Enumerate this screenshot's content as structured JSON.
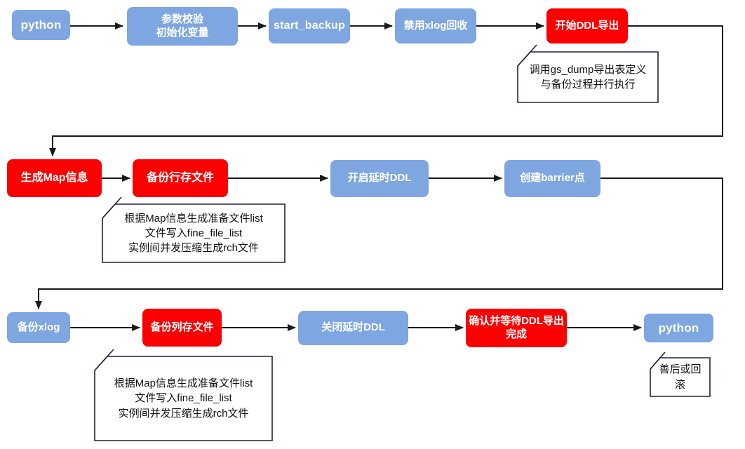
{
  "diagram": {
    "title": "backup process flowchart",
    "colors": {
      "node_blue": "#7EA6E0",
      "node_red": "#FB0000",
      "node_text": "#FFFFFF",
      "connector": "#1A1A1A",
      "annotation_border": "#1B2440",
      "annotation_fill": "#FFFFFF",
      "annotation_text": "#111111",
      "background": "#FFFFFF"
    },
    "nodes": {
      "python_start": {
        "label": "python",
        "type": "blue"
      },
      "param_check": {
        "label": "参数校验\n初始化变量",
        "type": "blue"
      },
      "start_backup": {
        "label": "start_backup",
        "type": "blue"
      },
      "disable_xlog": {
        "label": "禁用xlog回收",
        "type": "blue"
      },
      "start_ddl_export": {
        "label": "开始DDL导出",
        "type": "red"
      },
      "gen_map": {
        "label": "生成Map信息",
        "type": "red"
      },
      "backup_row_files": {
        "label": "备份行存文件",
        "type": "red"
      },
      "enable_delay_ddl": {
        "label": "开启延时DDL",
        "type": "blue"
      },
      "create_barrier": {
        "label": "创建barrier点",
        "type": "blue"
      },
      "backup_xlog": {
        "label": "备份xlog",
        "type": "blue"
      },
      "backup_col_files": {
        "label": "备份列存文件",
        "type": "red"
      },
      "close_delay_ddl": {
        "label": "关闭延时DDL",
        "type": "blue"
      },
      "confirm_ddl": {
        "label": "确认并等待DDL导出完成",
        "type": "red"
      },
      "python_end": {
        "label": "python",
        "type": "blue"
      }
    },
    "annotations": {
      "ddl_export_note": {
        "attached_to": "start_ddl_export",
        "lines": [
          "调用gs_dump导出表定义",
          "与备份过程并行执行"
        ]
      },
      "row_backup_note": {
        "attached_to": "backup_row_files",
        "lines": [
          "根据Map信息生成准备文件list",
          "文件写入fine_file_list",
          "实例间并发压缩生成rch文件"
        ]
      },
      "col_backup_note": {
        "attached_to": "backup_col_files",
        "lines": [
          "根据Map信息生成准备文件list",
          "文件写入fine_file_list",
          "实例间并发压缩生成rch文件"
        ]
      },
      "finish_note": {
        "attached_to": "python_end",
        "lines": [
          "善后或回滚"
        ]
      }
    },
    "edges": [
      {
        "from": "python_start",
        "to": "param_check"
      },
      {
        "from": "param_check",
        "to": "start_backup"
      },
      {
        "from": "start_backup",
        "to": "disable_xlog"
      },
      {
        "from": "disable_xlog",
        "to": "start_ddl_export"
      },
      {
        "from": "start_ddl_export",
        "to": "gen_map"
      },
      {
        "from": "gen_map",
        "to": "backup_row_files"
      },
      {
        "from": "backup_row_files",
        "to": "enable_delay_ddl"
      },
      {
        "from": "enable_delay_ddl",
        "to": "create_barrier"
      },
      {
        "from": "create_barrier",
        "to": "backup_xlog"
      },
      {
        "from": "backup_xlog",
        "to": "backup_col_files"
      },
      {
        "from": "backup_col_files",
        "to": "close_delay_ddl"
      },
      {
        "from": "close_delay_ddl",
        "to": "confirm_ddl"
      },
      {
        "from": "confirm_ddl",
        "to": "python_end"
      }
    ]
  }
}
